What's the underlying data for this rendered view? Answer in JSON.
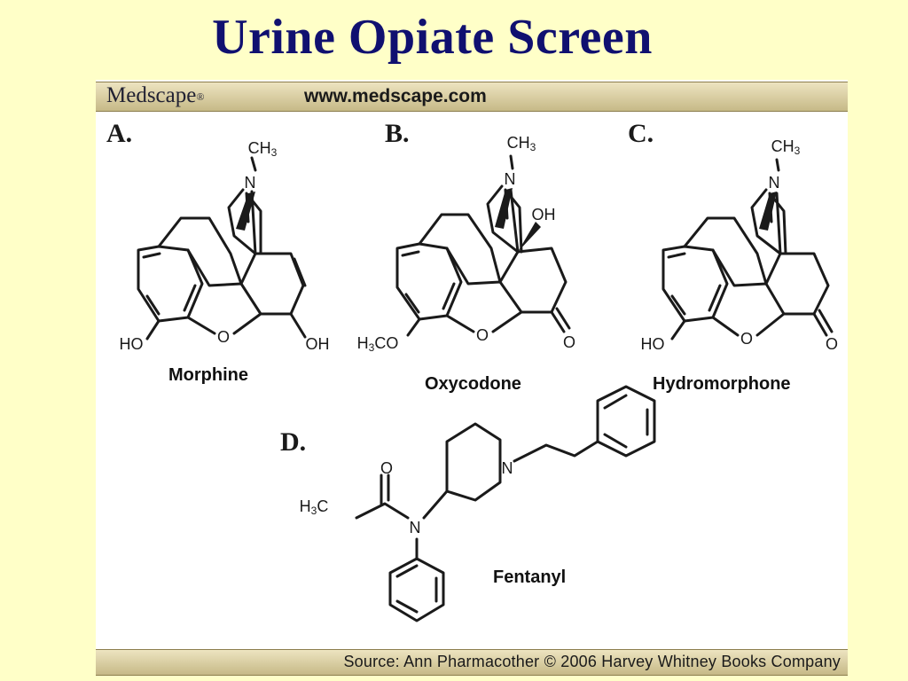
{
  "title": "Urine Opiate Screen",
  "figure": {
    "header": {
      "brand": "Medscape",
      "brand_mark": "®",
      "url": "www.medscape.com"
    },
    "footer": {
      "source": "Source: Ann Pharmacother © 2006 Harvey Whitney Books Company"
    },
    "panels": {
      "a": {
        "letter": "A.",
        "drug": "Morphine"
      },
      "b": {
        "letter": "B.",
        "drug": "Oxycodone"
      },
      "c": {
        "letter": "C.",
        "drug": "Hydromorphone"
      },
      "d": {
        "letter": "D.",
        "drug": "Fentanyl"
      }
    },
    "atoms": {
      "n": "N",
      "ch": "CH",
      "sub3": "3",
      "o": "O",
      "ho": "HO",
      "oh": "OH",
      "h3co_h": "H",
      "h3co_tail": "CO",
      "h3c_h": "H",
      "h3c_tail": "C"
    }
  }
}
